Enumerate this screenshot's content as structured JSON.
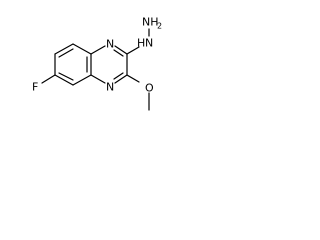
{
  "structure": {
    "atoms": {
      "fluorine": "F",
      "nitrogen_top": "N",
      "nitrogen_bottom": "N",
      "hydrazine_nh": "H",
      "hydrazine_n": "N",
      "hydrazine_nh2": "NH",
      "nh2_subscript": "2",
      "oxygen": "O"
    },
    "colors": {
      "bond": "#000000",
      "label": "#000000",
      "background": "#ffffff"
    }
  }
}
